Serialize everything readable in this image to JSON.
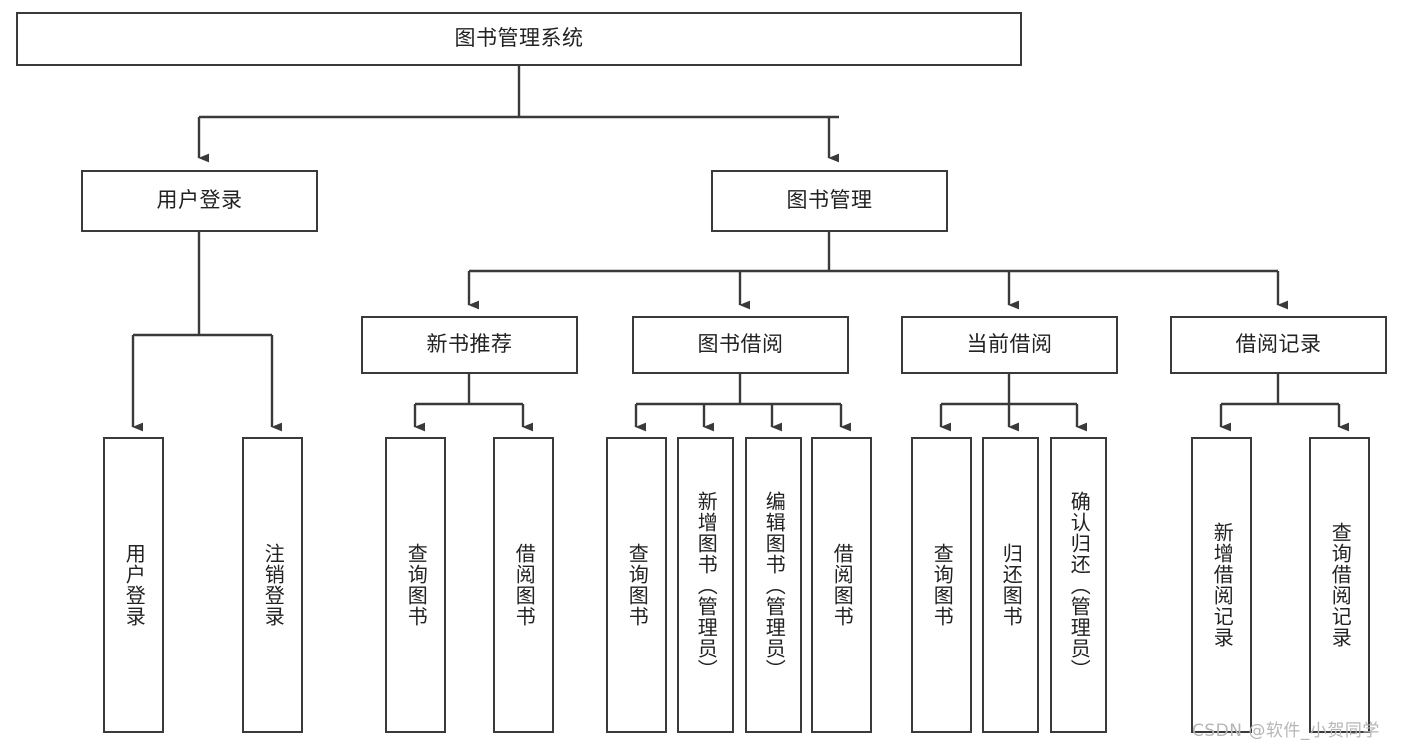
{
  "diagram": {
    "title": "图书管理系统",
    "type": "tree-hierarchy",
    "watermark": "CSDN @软件_小贺同学",
    "colors": {
      "box_border": "#3a3a3a",
      "box_fill": "#ffffff",
      "line": "#3a3a3a",
      "text": "#222222",
      "watermark": "#b6b6b6",
      "background": "#ffffff"
    },
    "levels": {
      "root": {
        "label": "图书管理系统"
      },
      "level2": [
        {
          "id": "user-login",
          "label": "用户登录"
        },
        {
          "id": "book-manage",
          "label": "图书管理"
        }
      ],
      "level3": [
        {
          "id": "new-book-recommend",
          "label": "新书推荐",
          "parent": "book-manage"
        },
        {
          "id": "book-borrow",
          "label": "图书借阅",
          "parent": "book-manage"
        },
        {
          "id": "current-borrow",
          "label": "当前借阅",
          "parent": "book-manage"
        },
        {
          "id": "borrow-record",
          "label": "借阅记录",
          "parent": "book-manage"
        }
      ],
      "leaves": [
        {
          "id": "leaf-user-login",
          "label": "用户登录",
          "parent": "user-login"
        },
        {
          "id": "leaf-logout",
          "label": "注销登录",
          "parent": "user-login"
        },
        {
          "id": "leaf-query-book-1",
          "label": "查询图书",
          "parent": "new-book-recommend"
        },
        {
          "id": "leaf-borrow-book-1",
          "label": "借阅图书",
          "parent": "new-book-recommend"
        },
        {
          "id": "leaf-query-book-2",
          "label": "查询图书",
          "parent": "book-borrow"
        },
        {
          "id": "leaf-add-book",
          "label": "新增图书（管理员）",
          "parent": "book-borrow"
        },
        {
          "id": "leaf-edit-book",
          "label": "编辑图书（管理员）",
          "parent": "book-borrow"
        },
        {
          "id": "leaf-borrow-book-2",
          "label": "借阅图书",
          "parent": "book-borrow"
        },
        {
          "id": "leaf-query-book-3",
          "label": "查询图书",
          "parent": "current-borrow"
        },
        {
          "id": "leaf-return-book",
          "label": "归还图书",
          "parent": "current-borrow"
        },
        {
          "id": "leaf-confirm-return",
          "label": "确认归还（管理员）",
          "parent": "current-borrow"
        },
        {
          "id": "leaf-add-record",
          "label": "新增借阅记录",
          "parent": "borrow-record"
        },
        {
          "id": "leaf-query-record",
          "label": "查询借阅记录",
          "parent": "borrow-record"
        }
      ]
    }
  }
}
